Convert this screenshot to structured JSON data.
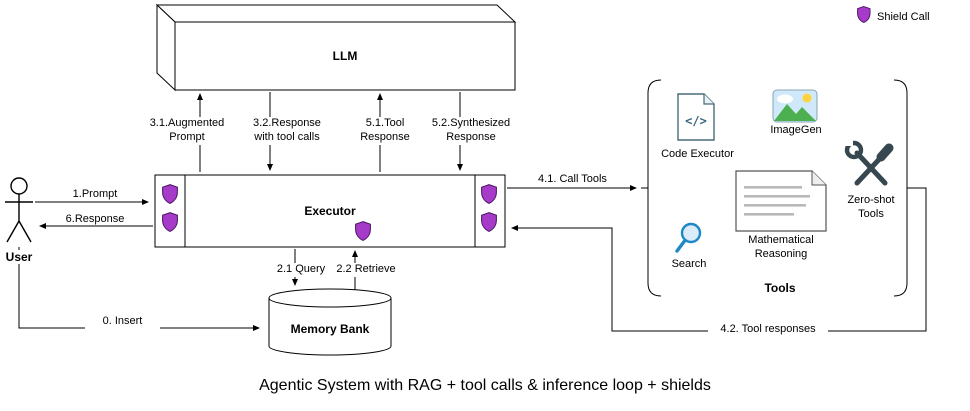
{
  "title": "Agentic System with RAG + tool calls & inference loop + shields",
  "legend": {
    "shield_label": "Shield Call"
  },
  "nodes": {
    "llm": {
      "label": "LLM"
    },
    "executor": {
      "label": "Executor"
    },
    "memory_bank": {
      "label": "Memory Bank"
    },
    "user": {
      "label": "User"
    },
    "tools_group": {
      "label": "Tools"
    },
    "code_executor": {
      "label": "Code Executor",
      "glyph": "</>"
    },
    "imagegen": {
      "label": "ImageGen"
    },
    "search": {
      "label": "Search"
    },
    "mathematical_reasoning": {
      "label": "Mathematical Reasoning"
    },
    "zero_shot_tools": {
      "label": "Zero-shot Tools"
    }
  },
  "edges": {
    "insert": {
      "label": "0. Insert"
    },
    "prompt": {
      "label": "1.Prompt"
    },
    "query": {
      "label": "2.1 Query"
    },
    "retrieve": {
      "label": "2.2 Retrieve"
    },
    "augmented_prompt": {
      "label": "3.1.Augmented Prompt"
    },
    "response_with_tool_calls": {
      "label": "3.2.Response with tool calls"
    },
    "call_tools": {
      "label": "4.1. Call Tools"
    },
    "tool_responses": {
      "label": "4.2. Tool responses"
    },
    "tool_response": {
      "label": "5.1.Tool Response"
    },
    "synthesized_response": {
      "label": "5.2.Synthesized Response"
    },
    "response": {
      "label": "6.Response"
    }
  },
  "colors": {
    "shield": "#A53BC8",
    "shield_dark": "#46125E",
    "line": "#000000",
    "search": "#1E88C7",
    "code": "#33667F",
    "tool_steel": "#37474F"
  }
}
